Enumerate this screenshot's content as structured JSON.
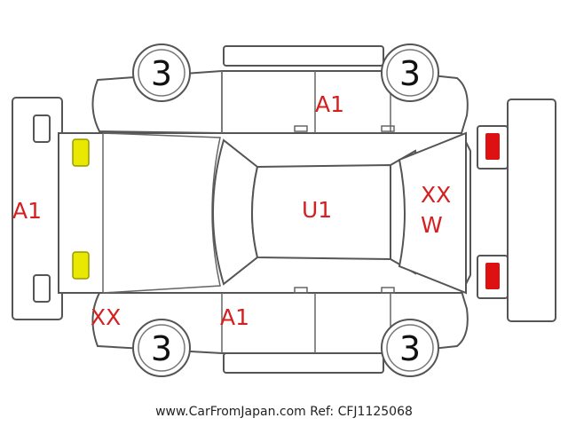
{
  "colors": {
    "outline": "#555555",
    "damage_code": "#d42020",
    "front_light": "#e8e800",
    "rear_light": "#dd1111"
  },
  "wheels": [
    {
      "id": "front-left",
      "label": "3"
    },
    {
      "id": "rear-left",
      "label": "3"
    },
    {
      "id": "front-right",
      "label": "3"
    },
    {
      "id": "rear-right",
      "label": "3"
    }
  ],
  "codes": {
    "front_bumper": "A1",
    "upper_doors": "A1",
    "roof": "U1",
    "rear_window_line1": "XX",
    "rear_window_line2": "W",
    "front_lower_corner": "XX",
    "lower_left_door": "A1"
  },
  "icons": {
    "front_lights": "yellow-headlight-icon",
    "rear_lights": "red-taillight-icon"
  },
  "footer": "www.CarFromJapan.com Ref: CFJ1125068"
}
